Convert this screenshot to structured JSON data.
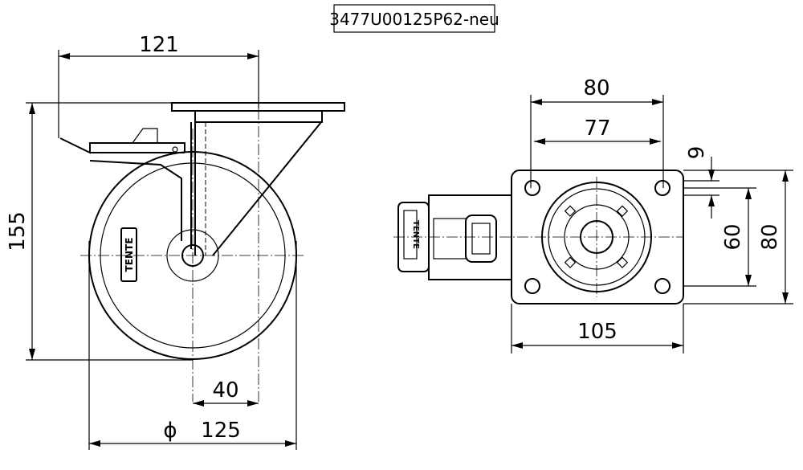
{
  "drawing": {
    "ref_number": "3477U00125P62-neu",
    "brand_text": "TENTE",
    "side_view": {
      "dim_width": "121",
      "dim_height": "155",
      "dim_offset": "40",
      "dim_diameter_symbol": "ϕ",
      "dim_diameter": "125"
    },
    "top_view": {
      "dim_plate_width": "80",
      "dim_hole_spacing_x": "77",
      "dim_hole_diameter": "9",
      "dim_hole_spacing_y": "60",
      "dim_plate_height": "80",
      "dim_overall_length": "105"
    }
  }
}
